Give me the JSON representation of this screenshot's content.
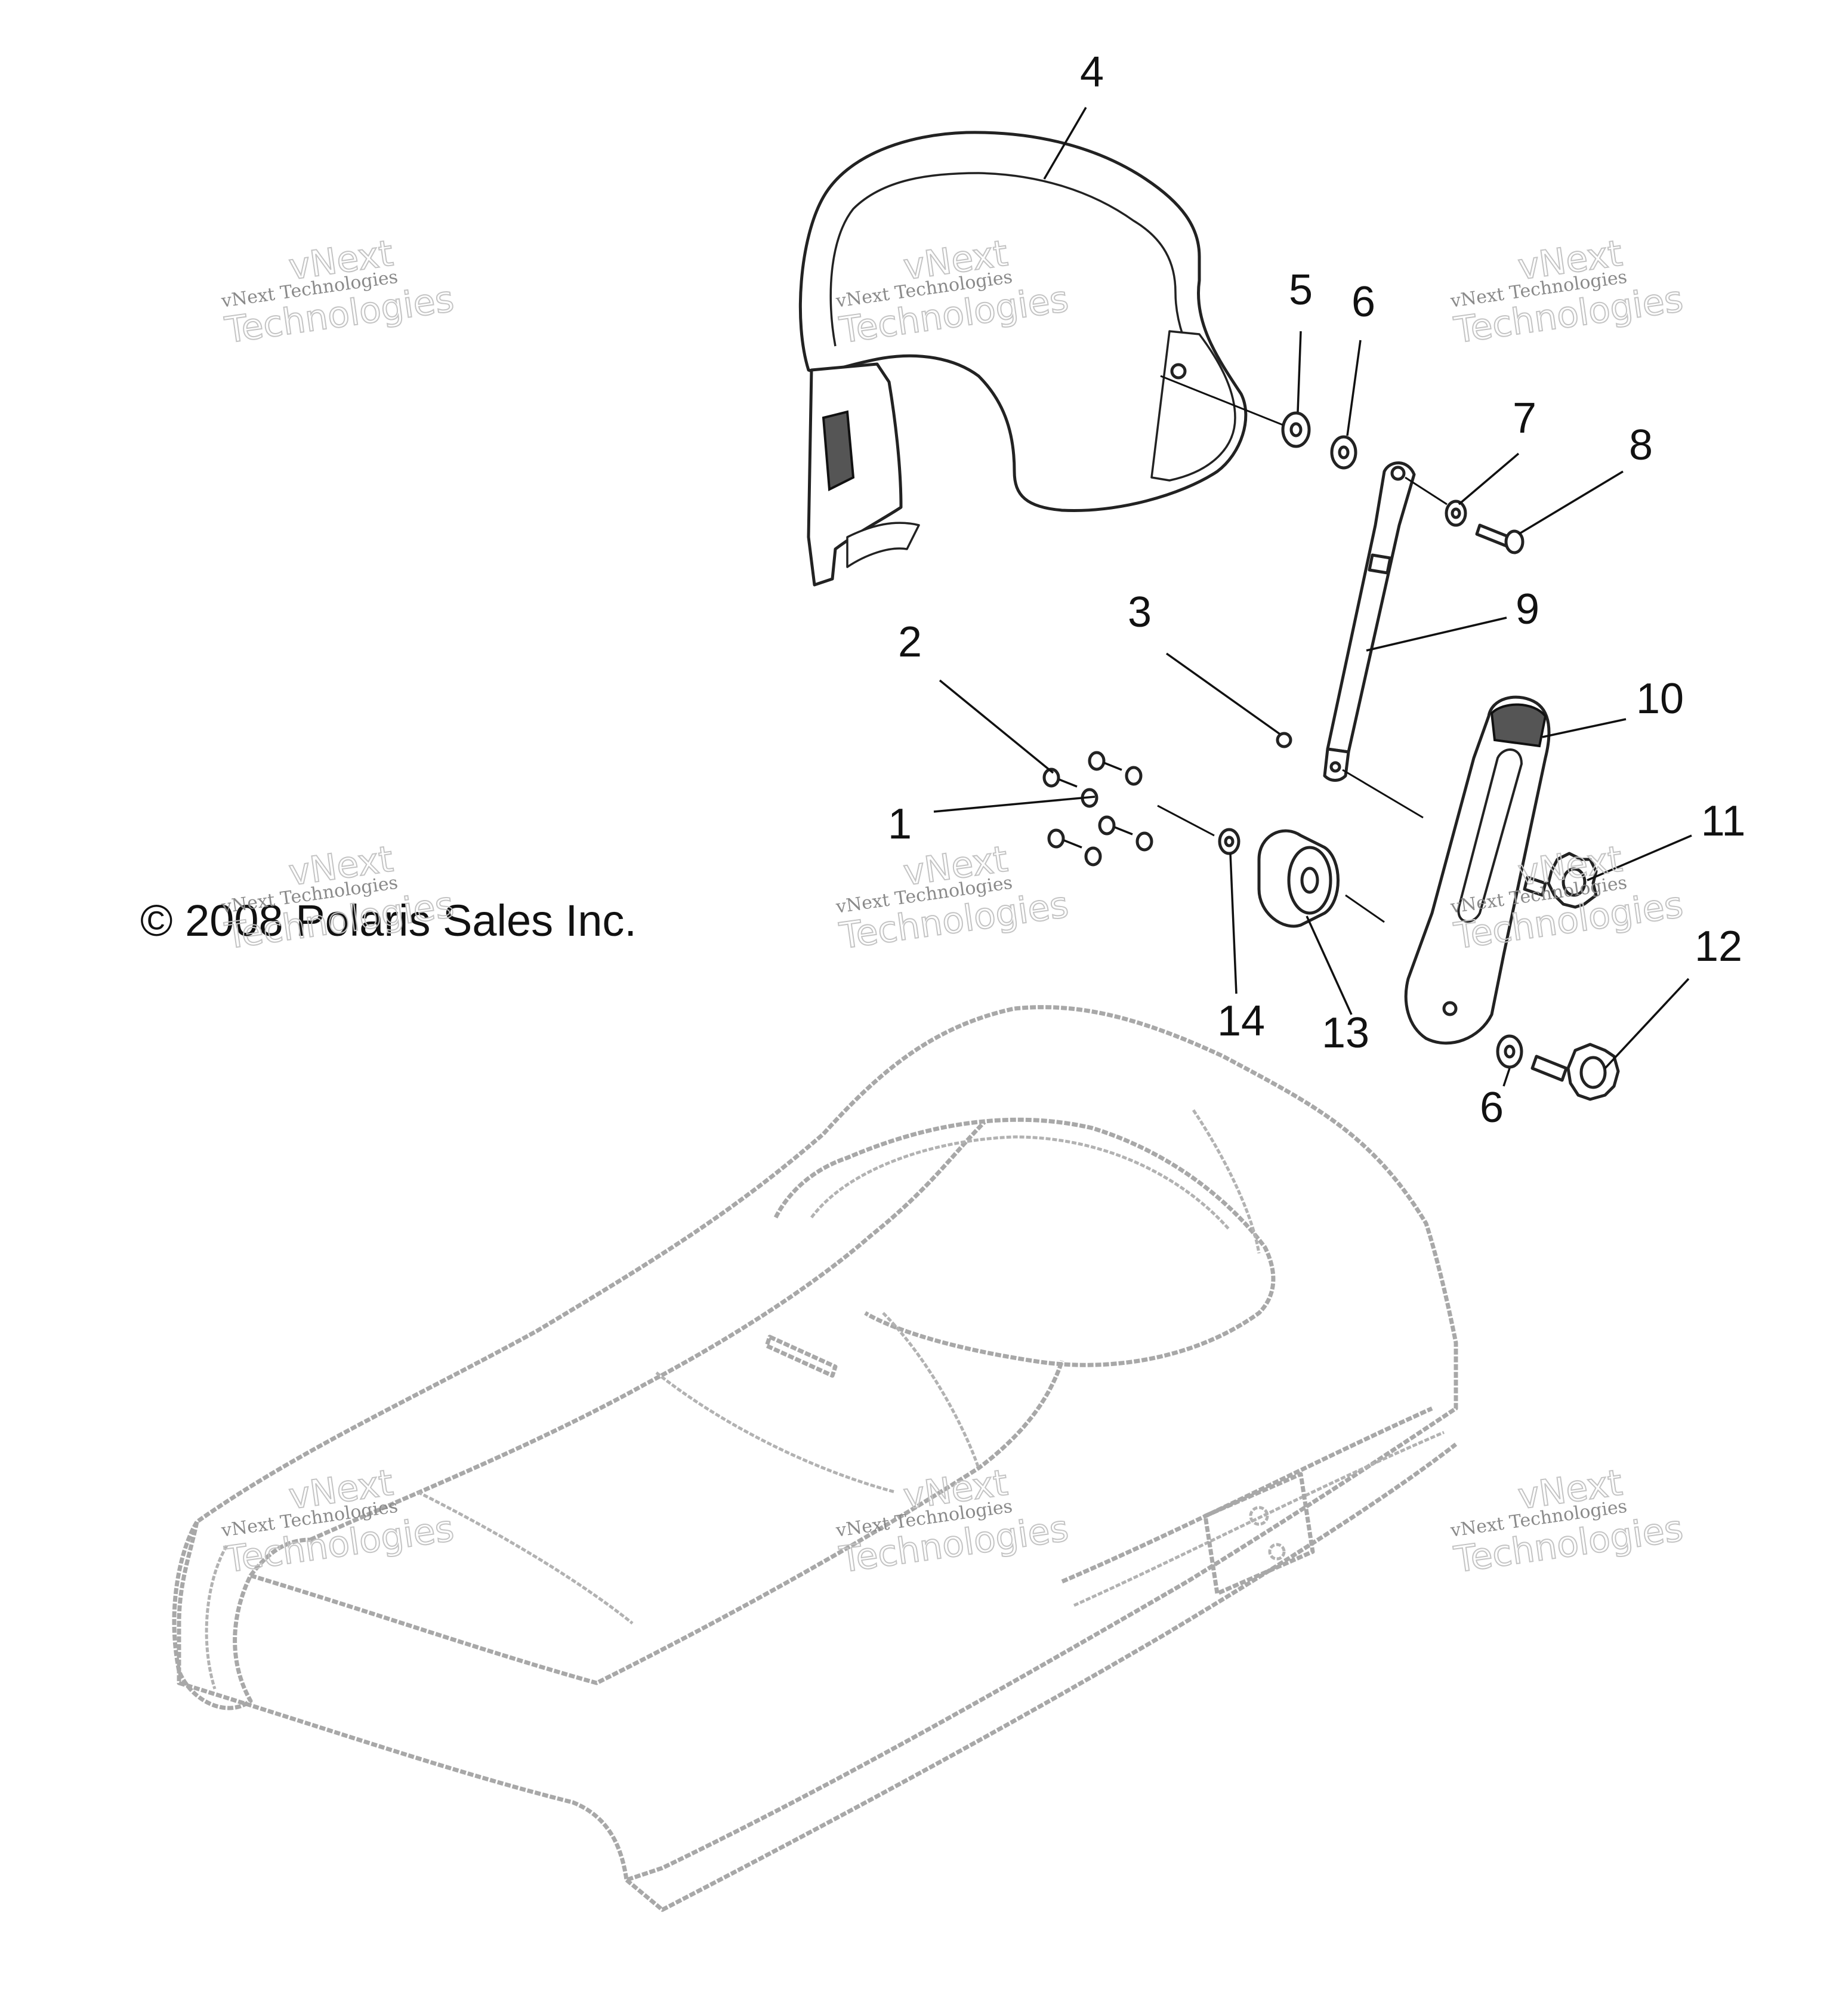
{
  "copyright": "© 2008 Polaris Sales Inc.",
  "watermark": {
    "line1": "vNext Technologies",
    "line2": "Technologies",
    "line3": "vNext"
  },
  "callouts": [
    {
      "id": "c1",
      "label": "1"
    },
    {
      "id": "c2",
      "label": "2"
    },
    {
      "id": "c3",
      "label": "3"
    },
    {
      "id": "c4",
      "label": "4"
    },
    {
      "id": "c5",
      "label": "5"
    },
    {
      "id": "c6a",
      "label": "6"
    },
    {
      "id": "c6b",
      "label": "6"
    },
    {
      "id": "c7",
      "label": "7"
    },
    {
      "id": "c8",
      "label": "8"
    },
    {
      "id": "c9",
      "label": "9"
    },
    {
      "id": "c10",
      "label": "10"
    },
    {
      "id": "c11",
      "label": "11"
    },
    {
      "id": "c12",
      "label": "12"
    },
    {
      "id": "c13",
      "label": "13"
    },
    {
      "id": "c14",
      "label": "14"
    }
  ]
}
